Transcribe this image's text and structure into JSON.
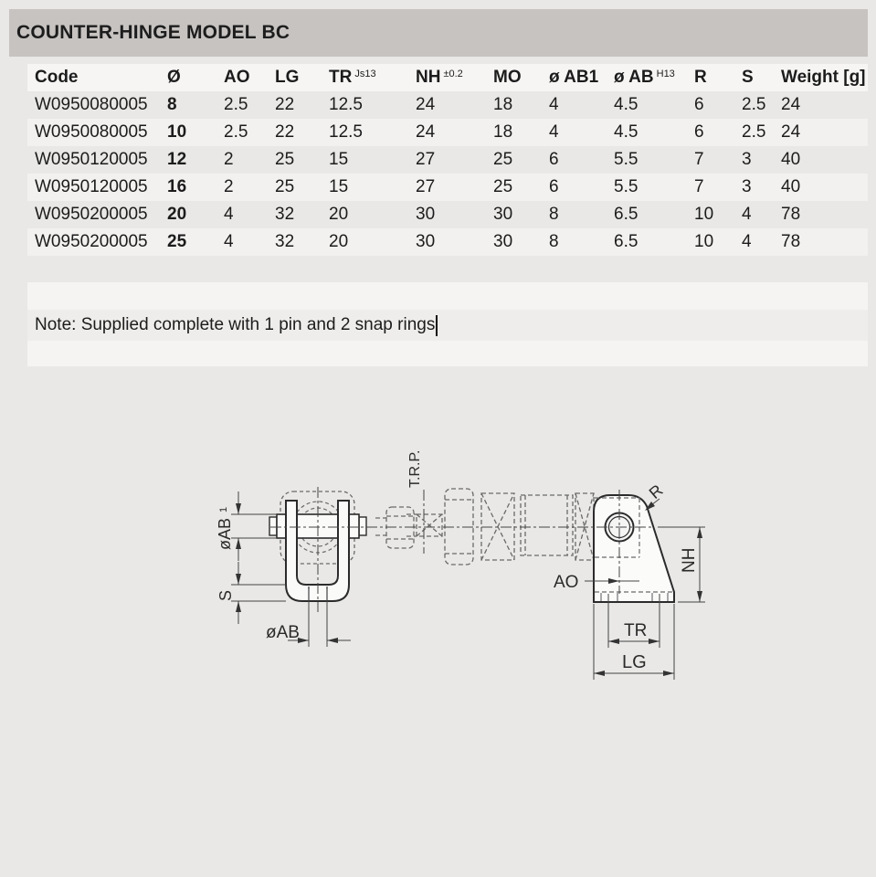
{
  "page": {
    "title": "COUNTER-HINGE MODEL BC"
  },
  "table": {
    "columns": [
      {
        "label": "Code"
      },
      {
        "label": "Ø"
      },
      {
        "label": "AO"
      },
      {
        "label": "LG"
      },
      {
        "label": "TR",
        "sup": "Js13"
      },
      {
        "label": "NH",
        "sup": "±0.2"
      },
      {
        "label": "MO"
      },
      {
        "label": "ø AB1"
      },
      {
        "label": "ø AB",
        "sup": "H13"
      },
      {
        "label": "R"
      },
      {
        "label": "S"
      },
      {
        "label": "Weight [g]"
      }
    ],
    "rows": [
      {
        "code": "W0950080005",
        "d": "8",
        "ao": "2.5",
        "lg": "22",
        "tr": "12.5",
        "nh": "24",
        "mo": "18",
        "ab1": "4",
        "ab": "4.5",
        "r": "6",
        "s": "2.5",
        "weight": "24"
      },
      {
        "code": "W0950080005",
        "d": "10",
        "ao": "2.5",
        "lg": "22",
        "tr": "12.5",
        "nh": "24",
        "mo": "18",
        "ab1": "4",
        "ab": "4.5",
        "r": "6",
        "s": "2.5",
        "weight": "24"
      },
      {
        "code": "W0950120005",
        "d": "12",
        "ao": "2",
        "lg": "25",
        "tr": "15",
        "nh": "27",
        "mo": "25",
        "ab1": "6",
        "ab": "5.5",
        "r": "7",
        "s": "3",
        "weight": "40"
      },
      {
        "code": "W0950120005",
        "d": "16",
        "ao": "2",
        "lg": "25",
        "tr": "15",
        "nh": "27",
        "mo": "25",
        "ab1": "6",
        "ab": "5.5",
        "r": "7",
        "s": "3",
        "weight": "40"
      },
      {
        "code": "W0950200005",
        "d": "20",
        "ao": "4",
        "lg": "32",
        "tr": "20",
        "nh": "30",
        "mo": "30",
        "ab1": "8",
        "ab": "6.5",
        "r": "10",
        "s": "4",
        "weight": "78"
      },
      {
        "code": "W0950200005",
        "d": "25",
        "ao": "4",
        "lg": "32",
        "tr": "20",
        "nh": "30",
        "mo": "30",
        "ab1": "8",
        "ab": "6.5",
        "r": "10",
        "s": "4",
        "weight": "78"
      }
    ]
  },
  "note": {
    "text": "Note: Supplied complete with 1 pin and 2 snap rings"
  },
  "drawing": {
    "labels": {
      "oab": "øAB",
      "oab1_sup": "1",
      "s": "S",
      "trp": "T.R.P.",
      "ao": "AO",
      "r": "R",
      "nh": "NH",
      "tr": "TR",
      "lg": "LG"
    }
  }
}
